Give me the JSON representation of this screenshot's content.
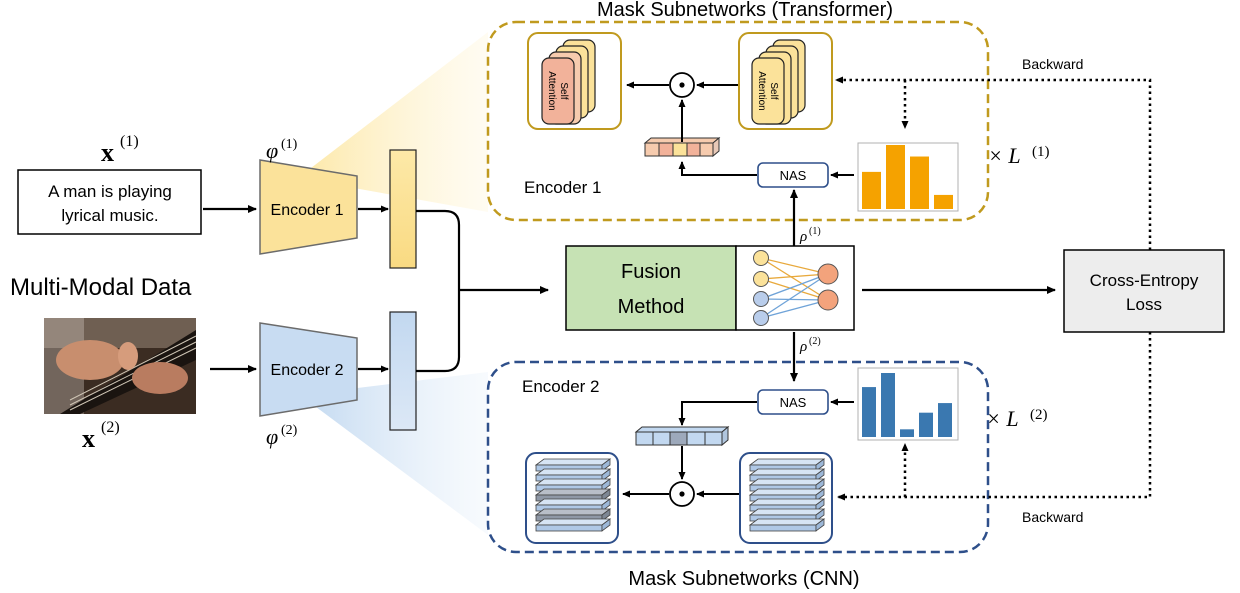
{
  "titles": {
    "transformer": "Mask Subnetworks (Transformer)",
    "cnn": "Mask Subnetworks (CNN)"
  },
  "inputs": {
    "x1_label": "x",
    "x1_sup": "(1)",
    "x2_label": "x",
    "x2_sup": "(2)",
    "text_line1": "A man is playing",
    "text_line2": "lyrical music.",
    "multimodal": "Multi-Modal Data"
  },
  "encoders": {
    "enc1": "Encoder 1",
    "enc2": "Encoder 2",
    "phi": "φ",
    "phi1_sup": "(1)",
    "phi2_sup": "(2)"
  },
  "mask_top": {
    "encoder_label": "Encoder 1",
    "self": "Self",
    "attention": "Attention",
    "nas": "NAS",
    "times": "× L",
    "times_sup": "(1)",
    "rho": "ρ",
    "rho_sup": "(1)",
    "backward": "Backward",
    "hist_values": [
      0.58,
      1.0,
      0.82,
      0.22
    ],
    "hist_color": "#F5A200"
  },
  "mask_bottom": {
    "encoder_label": "Encoder 2",
    "nas": "NAS",
    "times": "× L",
    "times_sup": "(2)",
    "rho": "ρ",
    "rho_sup": "(2)",
    "backward": "Backward",
    "hist_values": [
      0.78,
      1.0,
      0.12,
      0.38,
      0.53
    ],
    "hist_color": "#3A78B0"
  },
  "fusion": {
    "line1": "Fusion",
    "line2": "Method"
  },
  "loss": {
    "line1": "Cross-Entropy",
    "line2": "Loss"
  },
  "colors": {
    "gold_border": "#C09A1E",
    "blue_border": "#2E4F8A",
    "encoder1_fill": "#FBE29A",
    "encoder2_fill": "#C8DCF2",
    "fusion_fill": "#C6E2B4"
  }
}
